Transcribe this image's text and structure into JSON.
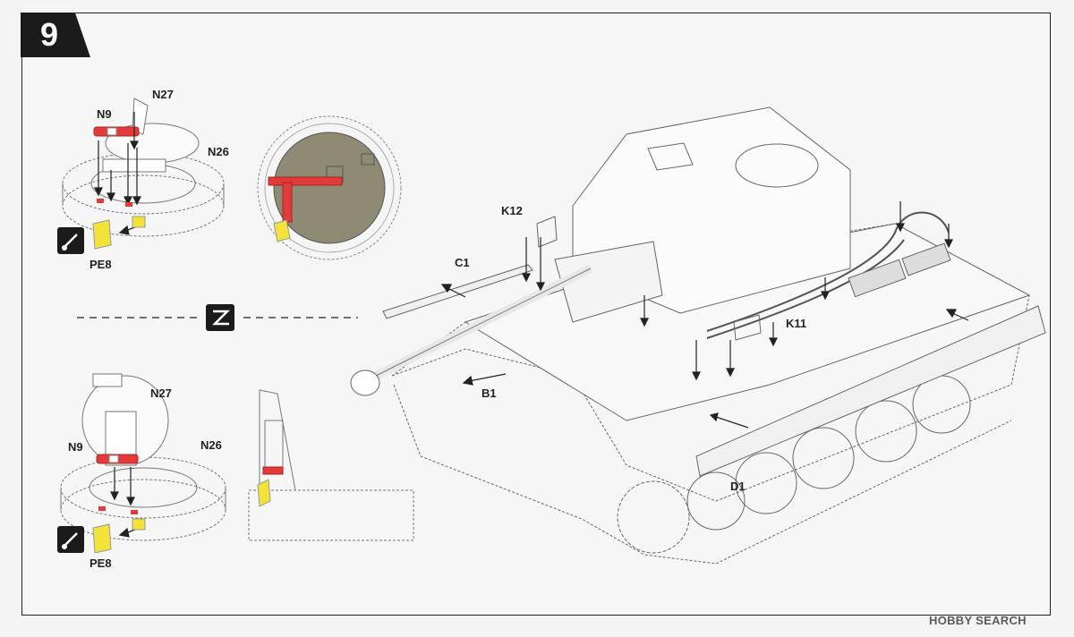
{
  "step": {
    "number": "9"
  },
  "labels": {
    "upper_left": {
      "n9": "N9",
      "n27": "N27",
      "n26": "N26",
      "pe8": "PE8"
    },
    "lower_left": {
      "n9": "N9",
      "n27": "N27",
      "n26": "N26",
      "pe8": "PE8"
    },
    "main": {
      "k12": "K12",
      "c1": "C1",
      "b1": "B1",
      "k11": "K11",
      "d1": "D1"
    }
  },
  "icons": {
    "glue_icon": "glue-brush-icon",
    "alternate_icon": "alternate-option-icon"
  },
  "watermark": "HOBBY SEARCH",
  "colors": {
    "part_red": "#e23b3b",
    "photo_etch_yellow": "#f3e23a",
    "hatch_olive": "#8f8a73",
    "line": "#666666"
  }
}
